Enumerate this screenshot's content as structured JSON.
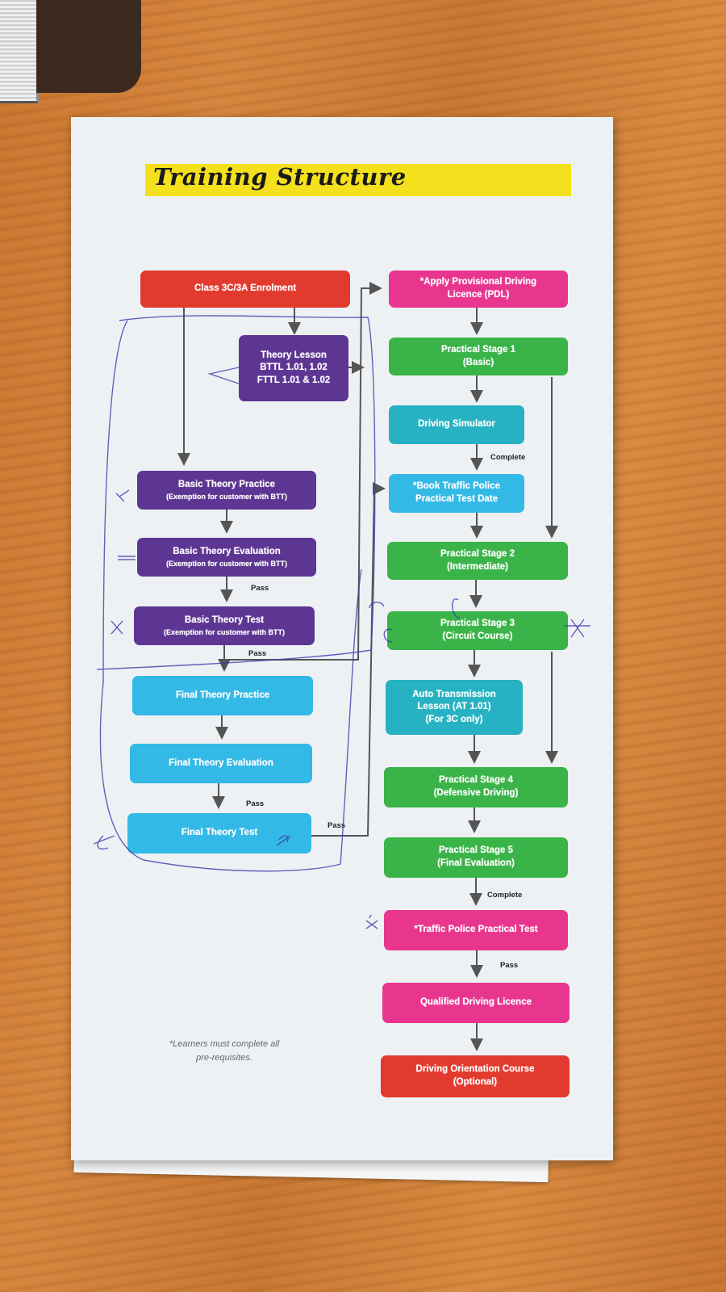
{
  "title": "Training Structure",
  "footnote": {
    "line1": "*Learners must complete all",
    "line2": "pre-requisites."
  },
  "nodes": {
    "enrolment": {
      "line1": "Class 3C/3A Enrolment"
    },
    "theory_lesson": {
      "line1": "Theory Lesson",
      "line2": "BTTL 1.01, 1.02",
      "line3": "FTTL 1.01 & 1.02"
    },
    "basic_practice": {
      "line1": "Basic Theory Practice",
      "sub": "(Exemption for customer with BTT)"
    },
    "basic_evaluation": {
      "line1": "Basic Theory Evaluation",
      "sub": "(Exemption for customer with BTT)"
    },
    "basic_test": {
      "line1": "Basic Theory Test",
      "sub": "(Exemption for customer with BTT)"
    },
    "final_practice": {
      "line1": "Final Theory Practice"
    },
    "final_evaluation": {
      "line1": "Final Theory Evaluation"
    },
    "final_test": {
      "line1": "Final Theory Test"
    },
    "apply_pdl": {
      "line1": "*Apply Provisional Driving",
      "line2": "Licence (PDL)"
    },
    "stage1": {
      "line1": "Practical Stage 1",
      "line2": "(Basic)"
    },
    "simulator": {
      "line1": "Driving Simulator"
    },
    "book_test": {
      "line1": "*Book Traffic Police",
      "line2": "Practical Test Date"
    },
    "stage2": {
      "line1": "Practical Stage 2",
      "line2": "(Intermediate)"
    },
    "stage3": {
      "line1": "Practical Stage 3",
      "line2": "(Circuit Course)"
    },
    "auto_transmission": {
      "line1": "Auto Transmission",
      "line2": "Lesson (AT 1.01)",
      "line3": "(For 3C only)"
    },
    "stage4": {
      "line1": "Practical Stage 4",
      "line2": "(Defensive Driving)"
    },
    "stage5": {
      "line1": "Practical Stage 5",
      "line2": "(Final Evaluation)"
    },
    "tp_test": {
      "line1": "*Traffic Police Practical Test"
    },
    "qdl": {
      "line1": "Qualified Driving Licence"
    },
    "orientation": {
      "line1": "Driving Orientation Course",
      "line2": "(Optional)"
    }
  },
  "edge_labels": {
    "pass_basic_eval": "Pass",
    "pass_basic_test": "Pass",
    "pass_final_eval": "Pass",
    "pass_final_test": "Pass",
    "complete_simulator": "Complete",
    "complete_stage5": "Complete",
    "pass_tp_test": "Pass"
  },
  "colors": {
    "red": "#e23a2f",
    "purple": "#5d3592",
    "cyan": "#33b9e6",
    "teal": "#26b2c2",
    "green": "#3ab448",
    "pink": "#e8368f",
    "title_highlight": "#f4e01c"
  }
}
